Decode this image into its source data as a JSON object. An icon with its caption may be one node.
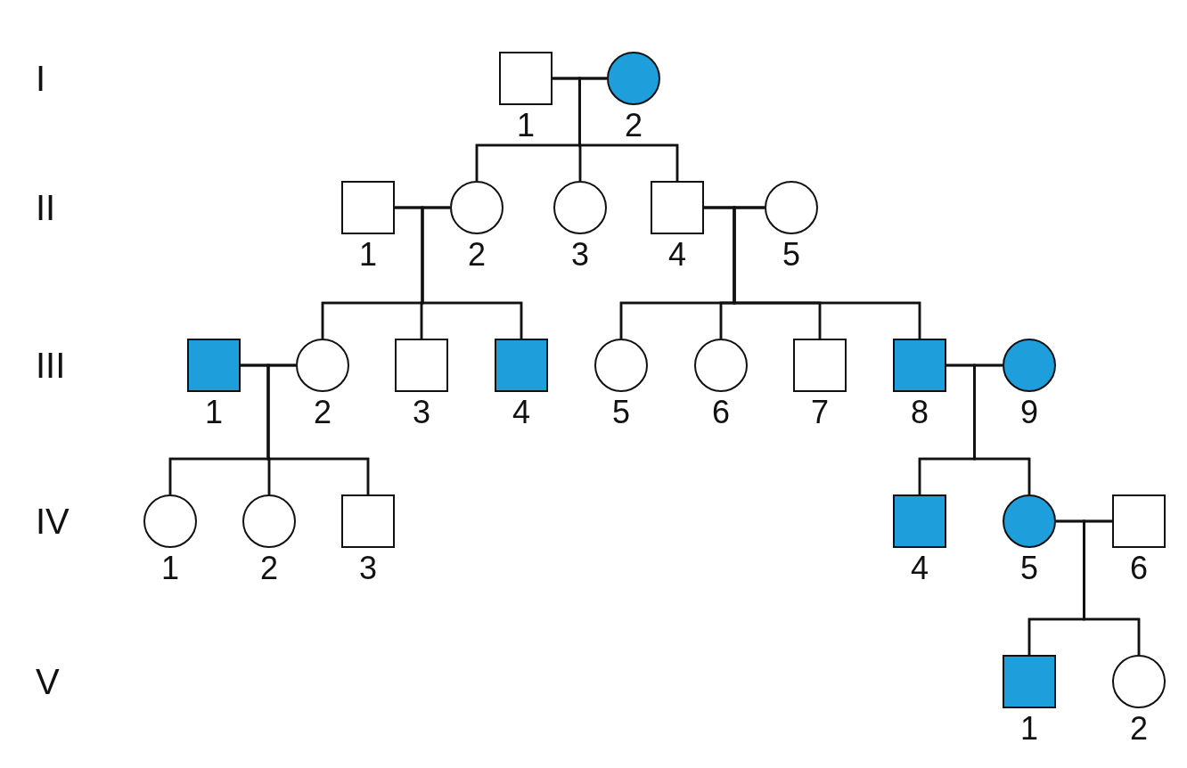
{
  "diagram": {
    "nodes": [
      {
        "text": [],
        "shape": "box",
        "beside": [
          "1"
        ]
      },
      {
        "text": [],
        "shape": "circle",
        "beside": [
          "2"
        ]
      },
      {
        "text": [],
        "shape": "box",
        "beside": [
          "1"
        ]
      },
      {
        "text": [],
        "shape": "circle",
        "beside": [
          "2"
        ]
      },
      {
        "text": [],
        "shape": "circle",
        "beside": [
          "3"
        ]
      },
      {
        "text": [],
        "shape": "box",
        "beside": [
          "4"
        ]
      },
      {
        "text": [],
        "shape": "circle",
        "beside": [
          "5"
        ]
      },
      {
        "text": [],
        "shape": "box",
        "beside": [
          "1"
        ]
      },
      {
        "text": [],
        "shape": "circle",
        "beside": [
          "2"
        ]
      },
      {
        "text": [],
        "shape": "box",
        "beside": [
          "3"
        ]
      },
      {
        "text": [],
        "shape": "box",
        "beside": [
          "4"
        ]
      },
      {
        "text": [],
        "shape": "circle",
        "beside": [
          "5"
        ]
      },
      {
        "text": [],
        "shape": "circle",
        "beside": [
          "6"
        ]
      },
      {
        "text": [],
        "shape": "box",
        "beside": [
          "7"
        ]
      },
      {
        "text": [],
        "shape": "box",
        "beside": [
          "8"
        ]
      },
      {
        "text": [],
        "shape": "circle",
        "beside": [
          "9"
        ]
      },
      {
        "text": [],
        "shape": "circle",
        "beside": [
          "1"
        ]
      },
      {
        "text": [],
        "shape": "circle",
        "beside": [
          "2"
        ]
      },
      {
        "text": [],
        "shape": "box",
        "beside": [
          "3"
        ]
      },
      {
        "text": [],
        "shape": "box",
        "beside": [
          "4"
        ]
      },
      {
        "text": [],
        "shape": "circle",
        "beside": [
          "5"
        ]
      },
      {
        "text": [],
        "shape": "box",
        "beside": [
          "6"
        ]
      },
      {
        "text": [],
        "shape": "box",
        "beside": [
          "1"
        ]
      },
      {
        "text": [],
        "shape": "circle",
        "beside": [
          "2"
        ]
      }
    ],
    "edges": [
      {
        "from": 0,
        "to": 1,
        "arrow": "none"
      },
      {
        "from": 0,
        "to": 3,
        "arrow": "none"
      },
      {
        "from": 1,
        "to": 3,
        "arrow": "none"
      },
      {
        "from": 0,
        "to": 4,
        "arrow": "none"
      },
      {
        "from": 1,
        "to": 4,
        "arrow": "none"
      },
      {
        "from": 0,
        "to": 5,
        "arrow": "none"
      },
      {
        "from": 1,
        "to": 5,
        "arrow": "none"
      },
      {
        "from": 2,
        "to": 3,
        "arrow": "none"
      },
      {
        "from": 2,
        "to": 8,
        "arrow": "none"
      },
      {
        "from": 3,
        "to": 8,
        "arrow": "none"
      },
      {
        "from": 2,
        "to": 9,
        "arrow": "none"
      },
      {
        "from": 3,
        "to": 9,
        "arrow": "none"
      },
      {
        "from": 2,
        "to": 10,
        "arrow": "none"
      },
      {
        "from": 3,
        "to": 10,
        "arrow": "none"
      },
      {
        "from": 5,
        "to": 6,
        "arrow": "none"
      },
      {
        "from": 5,
        "to": 11,
        "arrow": "none"
      },
      {
        "from": 6,
        "to": 11,
        "arrow": "none"
      },
      {
        "from": 5,
        "to": 12,
        "arrow": "none"
      },
      {
        "from": 6,
        "to": 12,
        "arrow": "none"
      },
      {
        "from": 5,
        "to": 13,
        "arrow": "none"
      },
      {
        "from": 6,
        "to": 13,
        "arrow": "none"
      },
      {
        "from": 5,
        "to": 14,
        "arrow": "none"
      },
      {
        "from": 6,
        "to": 14,
        "arrow": "none"
      },
      {
        "from": 7,
        "to": 8,
        "arrow": "none"
      },
      {
        "from": 7,
        "to": 16,
        "arrow": "none"
      },
      {
        "from": 8,
        "to": 16,
        "arrow": "none"
      },
      {
        "from": 7,
        "to": 17,
        "arrow": "none"
      },
      {
        "from": 8,
        "to": 17,
        "arrow": "none"
      },
      {
        "from": 7,
        "to": 18,
        "arrow": "none"
      },
      {
        "from": 8,
        "to": 18,
        "arrow": "none"
      },
      {
        "from": 14,
        "to": 15,
        "arrow": "none"
      },
      {
        "from": 14,
        "to": 19,
        "arrow": "none"
      },
      {
        "from": 15,
        "to": 19,
        "arrow": "none"
      },
      {
        "from": 14,
        "to": 20,
        "arrow": "none"
      },
      {
        "from": 15,
        "to": 20,
        "arrow": "none"
      },
      {
        "from": 20,
        "to": 21,
        "arrow": "none"
      },
      {
        "from": 20,
        "to": 22,
        "arrow": "none"
      },
      {
        "from": 21,
        "to": 22,
        "arrow": "none"
      },
      {
        "from": 20,
        "to": 23,
        "arrow": "none"
      },
      {
        "from": 21,
        "to": 23,
        "arrow": "none"
      }
    ],
    "labels": [
      "I",
      "II",
      "III",
      "IV",
      "V"
    ]
  }
}
